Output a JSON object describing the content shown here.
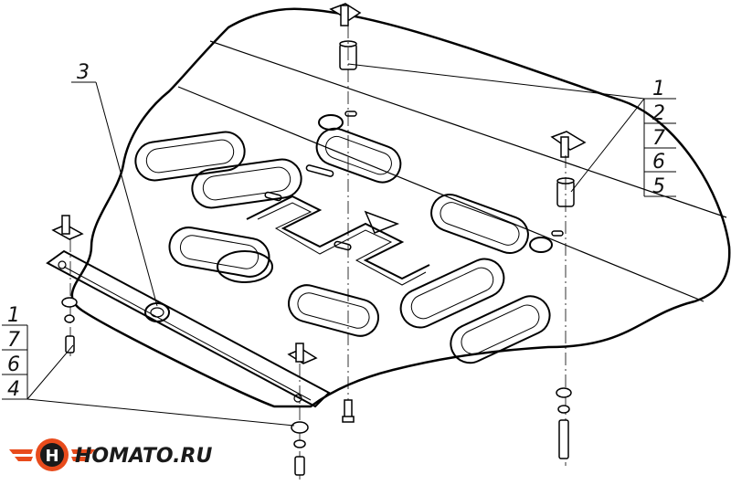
{
  "diagram": {
    "callouts_right": [
      "1",
      "2",
      "7",
      "6",
      "5"
    ],
    "callouts_left": [
      "1",
      "7",
      "6",
      "4"
    ],
    "callout_top": "3"
  },
  "logo": {
    "text": "HOMATO.RU",
    "colors": {
      "accent": "#e84b1c",
      "dark": "#1a1a1a"
    }
  }
}
